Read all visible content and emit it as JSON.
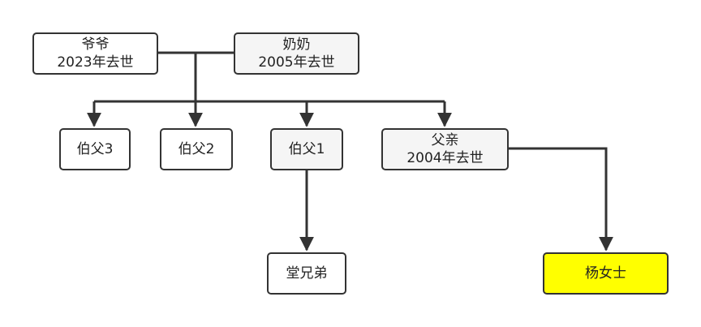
{
  "nodes": {
    "grandfather": {
      "name": "爷爷",
      "note": "2023年去世",
      "fill": "#ffffff"
    },
    "grandmother": {
      "name": "奶奶",
      "note": "2005年去世",
      "fill": "#f5f5f5"
    },
    "uncle3": {
      "name": "伯父3",
      "fill": "#ffffff"
    },
    "uncle2": {
      "name": "伯父2",
      "fill": "#ffffff"
    },
    "uncle1": {
      "name": "伯父1",
      "fill": "#f5f5f5"
    },
    "father": {
      "name": "父亲",
      "note": "2004年去世",
      "fill": "#f5f5f5"
    },
    "cousins": {
      "name": "堂兄弟",
      "fill": "#ffffff"
    },
    "ms_yang": {
      "name": "杨女士",
      "fill": "#ffff00"
    }
  }
}
